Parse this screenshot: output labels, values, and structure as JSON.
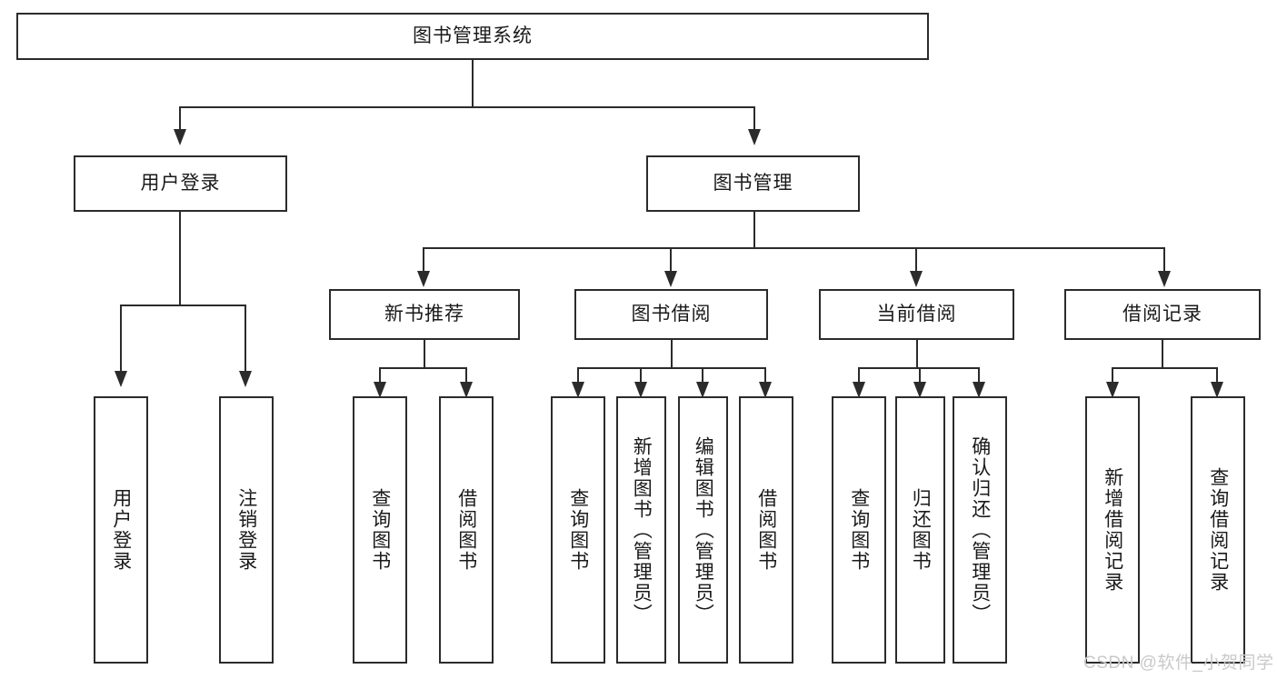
{
  "diagram": {
    "type": "tree-hierarchy-chart",
    "title": "图书管理系统",
    "watermark": "CSDN @软件_小贺同学",
    "colors": {
      "box_border": "#2b2b2b",
      "box_fill": "#ffffff",
      "connector": "#2b2b2b",
      "text": "#1a1a1a",
      "watermark": "#c9c9c9",
      "background": "#ffffff"
    },
    "root": {
      "label": "图书管理系统"
    },
    "level2": [
      {
        "label": "用户登录"
      },
      {
        "label": "图书管理"
      }
    ],
    "level3": [
      {
        "label": "新书推荐"
      },
      {
        "label": "图书借阅"
      },
      {
        "label": "当前借阅"
      },
      {
        "label": "借阅记录"
      }
    ],
    "leaves": {
      "user_login": [
        {
          "label": "用户登录"
        },
        {
          "label": "注销登录"
        }
      ],
      "new_book_recommend": [
        {
          "label": "查询图书"
        },
        {
          "label": "借阅图书"
        }
      ],
      "book_borrow": [
        {
          "label": "查询图书"
        },
        {
          "label": "新增图书（管理员）"
        },
        {
          "label": "编辑图书（管理员）"
        },
        {
          "label": "借阅图书"
        }
      ],
      "current_borrow": [
        {
          "label": "查询图书"
        },
        {
          "label": "归还图书"
        },
        {
          "label": "确认归还（管理员）"
        }
      ],
      "borrow_record": [
        {
          "label": "新增借阅记录"
        },
        {
          "label": "查询借阅记录"
        }
      ]
    }
  }
}
